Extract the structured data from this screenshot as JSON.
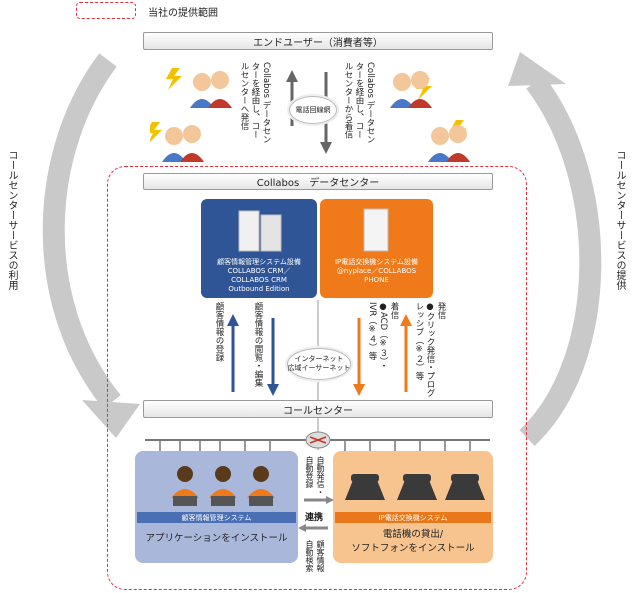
{
  "legend": {
    "label": "当社の提供範囲"
  },
  "end_user": {
    "label": "エンドユーザー（消費者等）"
  },
  "datacenter": {
    "label": "Collabos　データセンター"
  },
  "callcenter": {
    "label": "コールセンター"
  },
  "left_side": {
    "label": "コールセンターサービスの利用"
  },
  "right_side": {
    "label": "コールセンターサービスの提供"
  },
  "phone_network": {
    "label": "電話回線網"
  },
  "outgoing_note": {
    "text": "Collabos データセン\nターを経由し、コー\nルセンターへ発信"
  },
  "incoming_note": {
    "text": "Collabos データセン\nターを経由し、コー\nルセンターから着信"
  },
  "crm_box": {
    "text": "顧客情報管理システム設備\nCOLLABOS CRM／\nCOLLABOS CRM\nOutbound Edition"
  },
  "phone_box": {
    "text": "IP電話交換機システム設備\n@nyplace／COLLABOS\nPHONE"
  },
  "register_label": "顧客情報の登録",
  "view_label": "顧客情報の閲覧・編集",
  "incoming_features": "着信\n●ACD（※３）・\nIVR（※４）等",
  "outgoing_features": "発信\n●クリック発信・プログ\nレッシブ（※２）等",
  "internet": {
    "label": "インターネット\n広域イーサーネット"
  },
  "crm_system": {
    "bar": "顧客情報管理システム",
    "text": "アプリケーションをインストール"
  },
  "phone_system": {
    "bar": "IP電話交換機システム",
    "text": "電話機の貸出/\nソフトフォンをインストール"
  },
  "auto_label": "自動発信・\n自動登録",
  "link_label": "連携",
  "search_label": "顧客情報\n自動検索",
  "colors": {
    "blue": "#2f5597",
    "orange": "#f07a1a",
    "red_dash": "#e0303a"
  }
}
